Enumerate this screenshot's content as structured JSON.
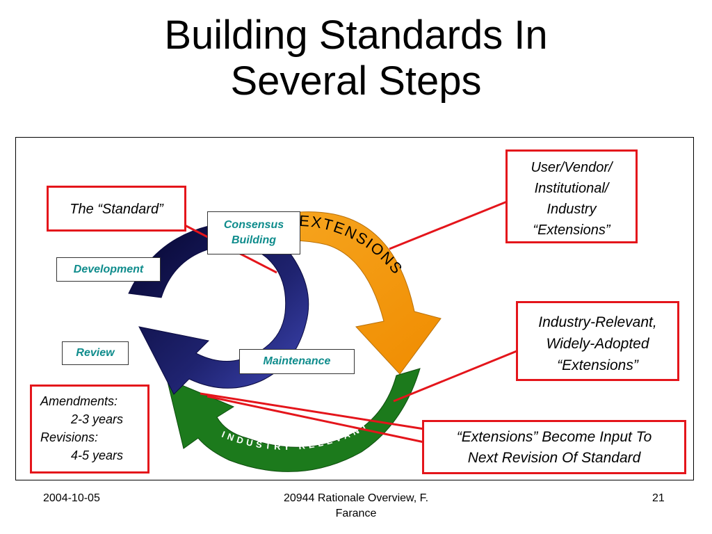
{
  "title": {
    "line1": "Building Standards In",
    "line2": "Several Steps"
  },
  "callouts": {
    "standard": "The “Standard”",
    "user_vendor": [
      "User/Vendor/",
      "Institutional/",
      "Industry",
      "“Extensions”"
    ],
    "industry_relevant": [
      "Industry-Relevant,",
      "Widely-Adopted",
      "“Extensions”"
    ],
    "extensions_input": [
      "“Extensions” Become Input To",
      "Next Revision Of Standard"
    ],
    "amendments": {
      "amendments_label": "Amendments:",
      "amendments_value": "2-3 years",
      "revisions_label": "Revisions:",
      "revisions_value": "4-5 years"
    }
  },
  "stages": {
    "consensus": [
      "Consensus",
      "Building"
    ],
    "development": "Development",
    "review": "Review",
    "maintenance": "Maintenance"
  },
  "arc_labels": {
    "extensions": "EXTENSIONS",
    "industry_relevant": "INDUSTRY RELEVANT"
  },
  "footer": {
    "date": "2004-10-05",
    "center_line1": "20944 Rationale Overview, F.",
    "center_line2": "Farance",
    "page": "21"
  },
  "colors": {
    "callout_border": "#e4151b",
    "orange_arrow": "#f59a0c",
    "green_arrow": "#1c7a1c",
    "blue_arrow": "#2b2f8f",
    "stage_text": "#0f8c8c"
  }
}
